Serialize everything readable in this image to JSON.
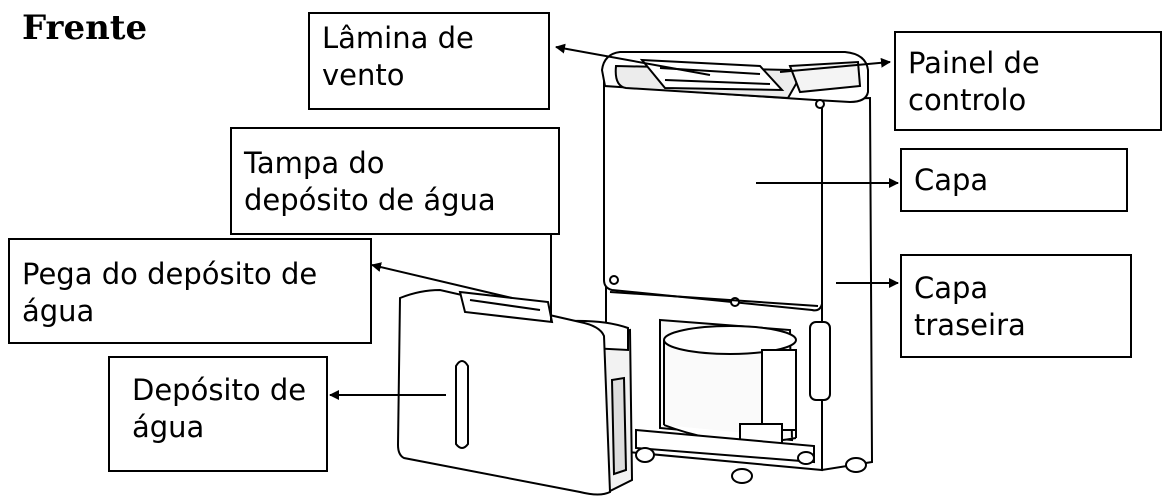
{
  "title": "Frente",
  "labels": {
    "lamina": [
      "Lâmina de",
      "vento"
    ],
    "painel": [
      "Painel de",
      "controlo"
    ],
    "tampa": [
      "Tampa do",
      "depósito de água"
    ],
    "capa": [
      "Capa"
    ],
    "pega": [
      "Pega do depósito de",
      "água"
    ],
    "traseira": [
      "Capa",
      "traseira"
    ],
    "deposito": [
      "Depósito de",
      "água"
    ]
  },
  "colors": {
    "line": "#000000",
    "body": "#ffffff",
    "shade": "#e6e6e6"
  }
}
